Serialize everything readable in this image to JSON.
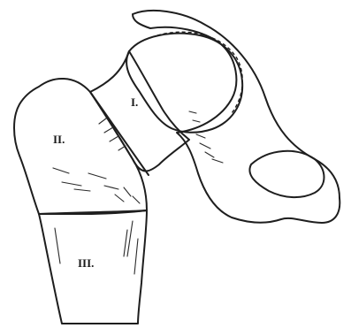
{
  "zones": [
    {
      "id": "zone-1",
      "label": "I.",
      "color": "#a8d6ec"
    },
    {
      "id": "zone-2",
      "label": "II.",
      "color": "#c79ad6"
    },
    {
      "id": "zone-3",
      "label": "III.",
      "color": "#b6bee2"
    }
  ],
  "pelvis": {
    "color": "#e7b66a"
  },
  "line_color": "#1e1e1e"
}
